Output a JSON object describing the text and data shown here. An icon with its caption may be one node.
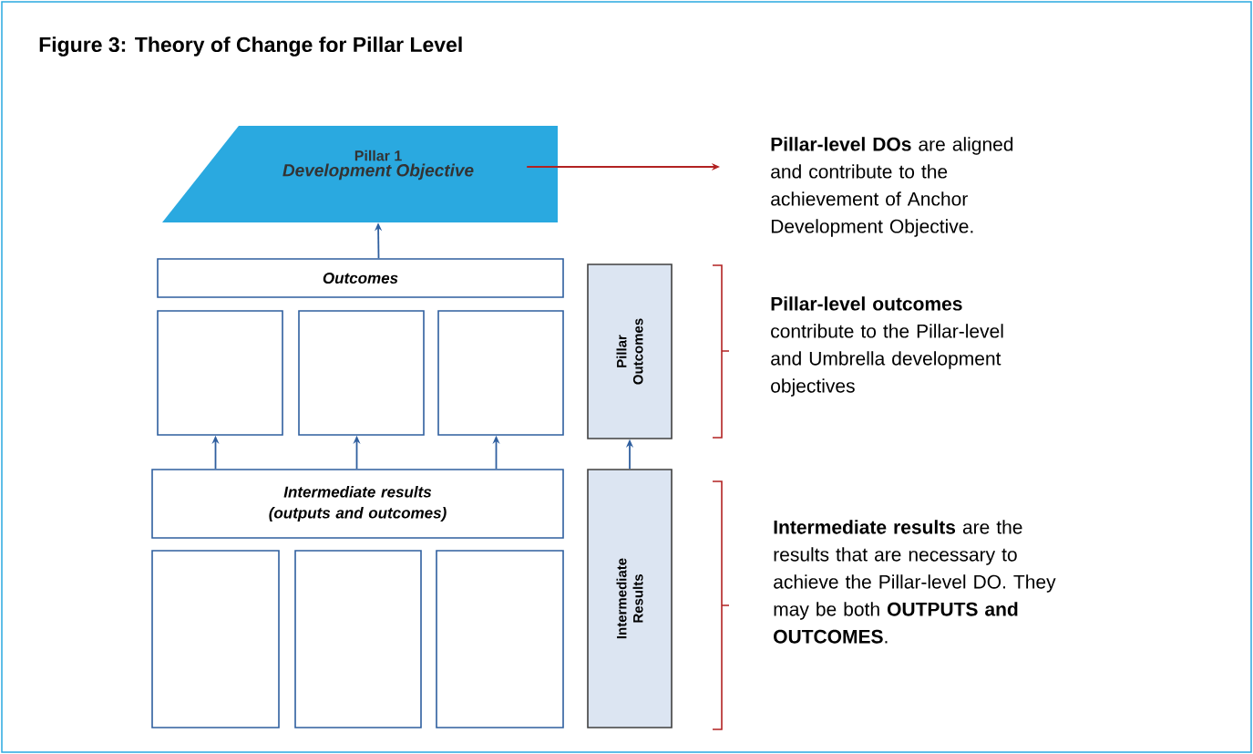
{
  "diagram": {
    "title": "Figure 3: Theory of Change for Pillar Level",
    "nodes": [
      {
        "text": [
          "Pillar 1",
          "Development Objective"
        ]
      },
      {
        "text": [
          "Outcomes"
        ]
      },
      {
        "text": [],
        "shape": "box"
      },
      {
        "text": [],
        "shape": "box"
      },
      {
        "text": [],
        "shape": "box"
      },
      {
        "text": [
          "Intermediate results (outputs and outcomes)"
        ]
      },
      {
        "text": [],
        "shape": "box"
      },
      {
        "text": [],
        "shape": "box"
      },
      {
        "text": [],
        "shape": "box"
      },
      {
        "text": [
          "Pillar Outcomes"
        ]
      },
      {
        "text": [
          "Intermediate Results"
        ]
      },
      {
        "text": [
          "**Pillar-level DOs** are aligned and contribute to the achievement of Anchor Development Objective."
        ]
      }
    ],
    "edges": [
      {
        "from": 1,
        "to": 0,
        "arrow": "to"
      },
      {
        "from": 5,
        "to": 2,
        "arrow": "to"
      },
      {
        "from": 5,
        "to": 3,
        "arrow": "to"
      },
      {
        "from": 5,
        "to": 4,
        "arrow": "to"
      },
      {
        "from": 10,
        "to": 9,
        "arrow": "to"
      },
      {
        "from": 0,
        "to": 11,
        "arrow": "to",
        "color": "#b22222"
      }
    ],
    "labels": [
      "**Pillar-level outcomes** contribute to the Pillar-level and Umbrella development objectives",
      "**Intermediate results** are the results that are necessary to achieve the Pillar-level DO. They may be both **OUTPUTS and OUTCOMES**."
    ]
  }
}
